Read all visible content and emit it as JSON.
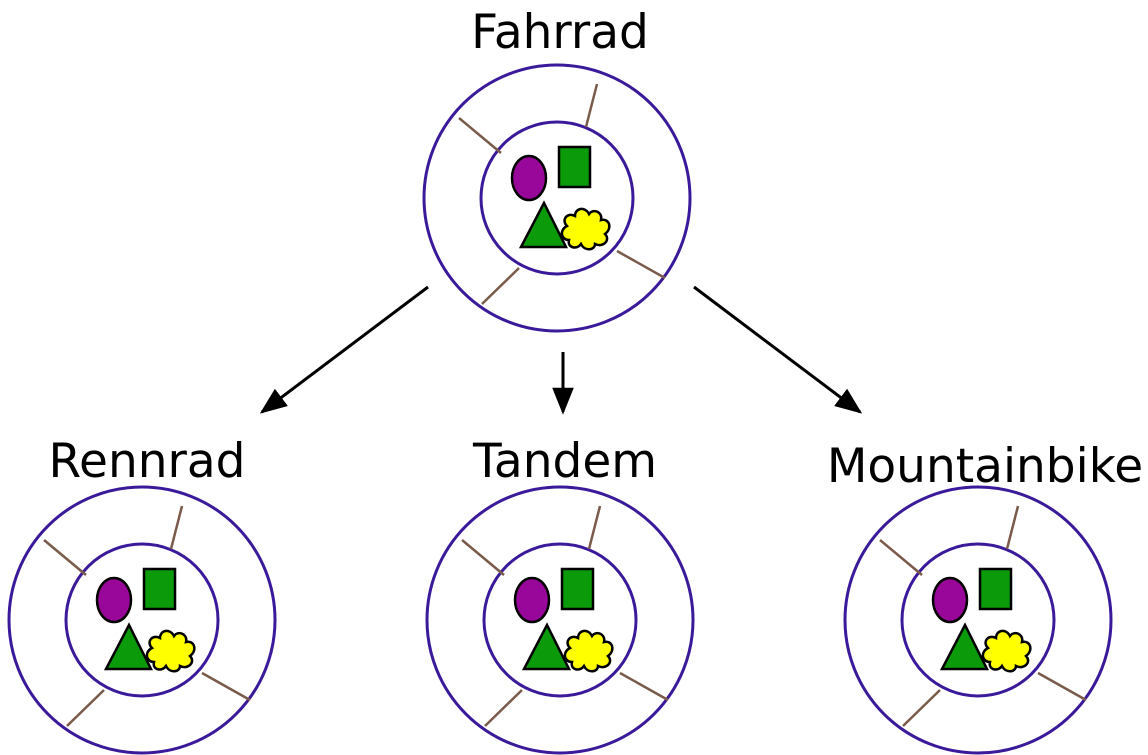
{
  "root": {
    "label": "Fahrrad"
  },
  "children": [
    {
      "label": "Rennrad"
    },
    {
      "label": "Tandem"
    },
    {
      "label": "Mountainbike"
    }
  ],
  "colors": {
    "ring": "#3a1a9a",
    "spoke": "#7a5a4a",
    "ellipse": "#99069a",
    "square": "#0a9a0a",
    "triangle": "#0a9a0a",
    "cloud": "#ffff00",
    "arrow": "#000000"
  },
  "icons": [
    "ellipse-shape",
    "square-shape",
    "triangle-shape",
    "cloud-shape"
  ]
}
